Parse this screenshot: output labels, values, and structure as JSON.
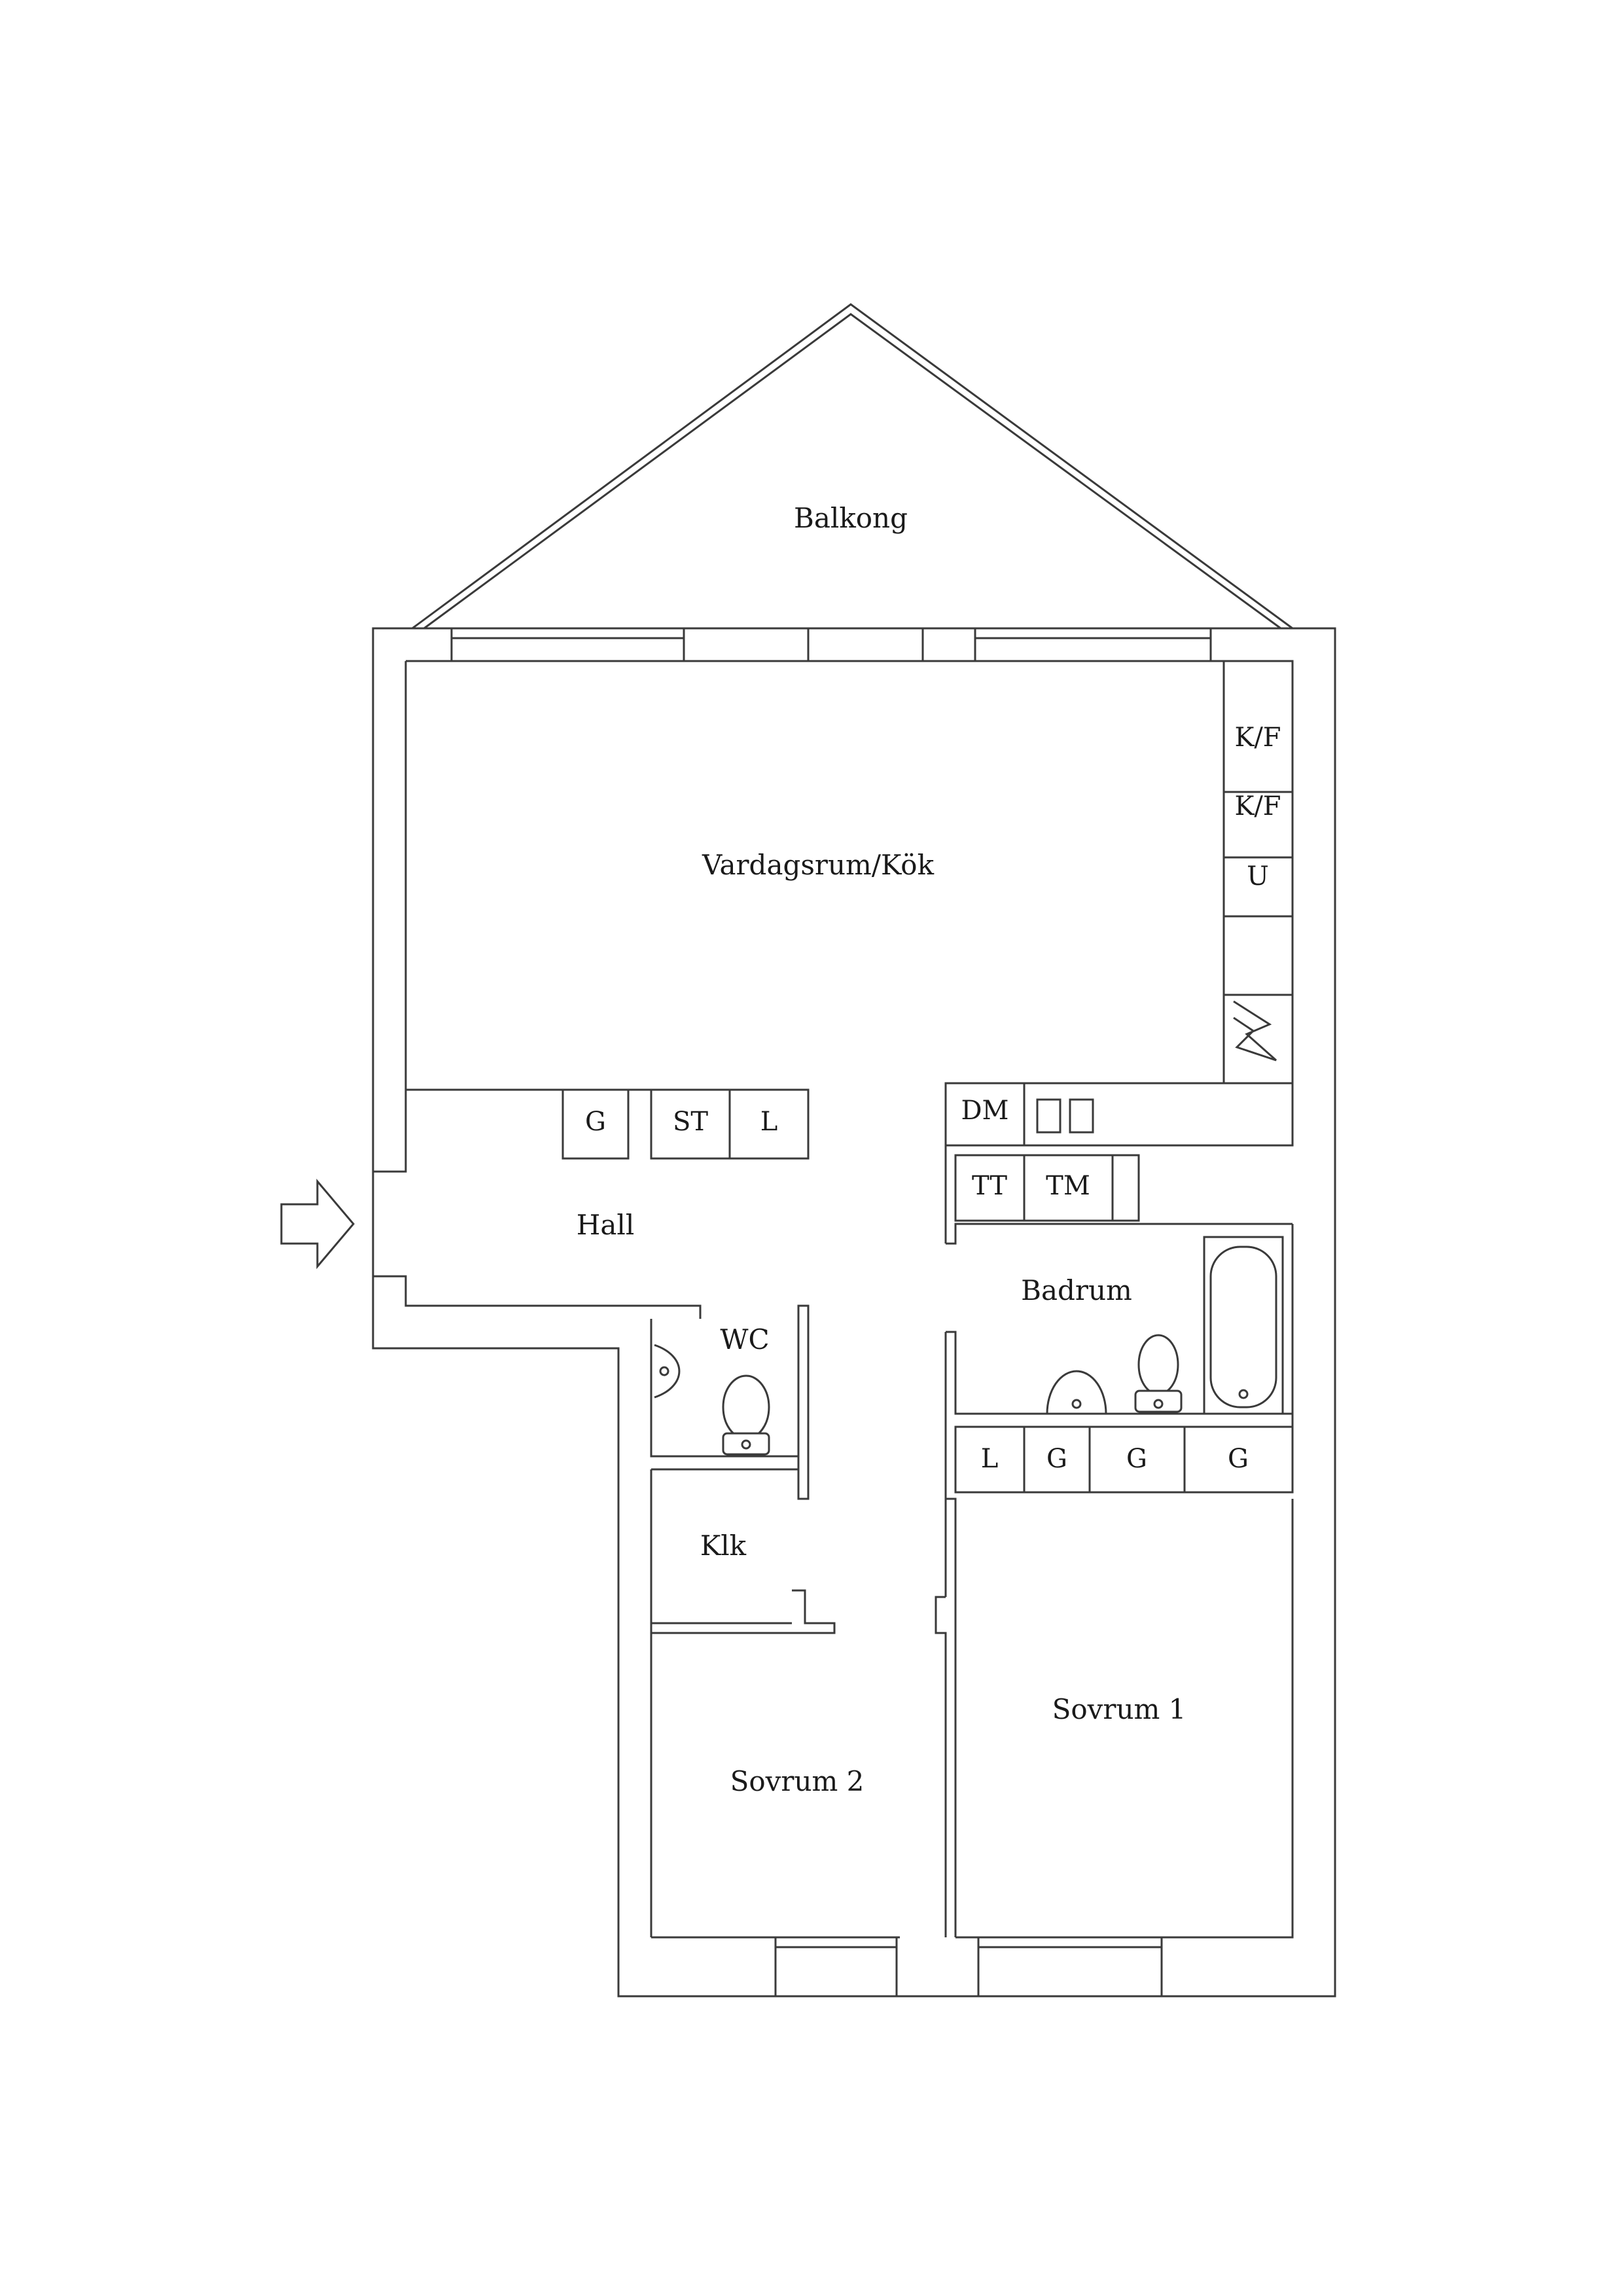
{
  "rooms": {
    "balkong": "Balkong",
    "vardagsrum": "Vardagsrum/Kök",
    "hall": "Hall",
    "wc": "WC",
    "badrum": "Badrum",
    "klk": "Klk",
    "sovrum1": "Sovrum 1",
    "sovrum2": "Sovrum 2"
  },
  "fixtures": {
    "kitchen_kf1": "K/F",
    "kitchen_kf2": "K/F",
    "kitchen_u": "U",
    "kitchen_dm": "DM",
    "hall_g": "G",
    "hall_st": "ST",
    "hall_l": "L",
    "laundry_tt": "TT",
    "laundry_tm": "TM",
    "bath_l": "L",
    "bath_g1": "G",
    "bath_g2": "G",
    "bath_g3": "G"
  },
  "icons": [
    "entrance-arrow-icon",
    "sink-icon",
    "toilet-icon",
    "bathtub-icon",
    "stove-icon",
    "chimney-icon"
  ]
}
